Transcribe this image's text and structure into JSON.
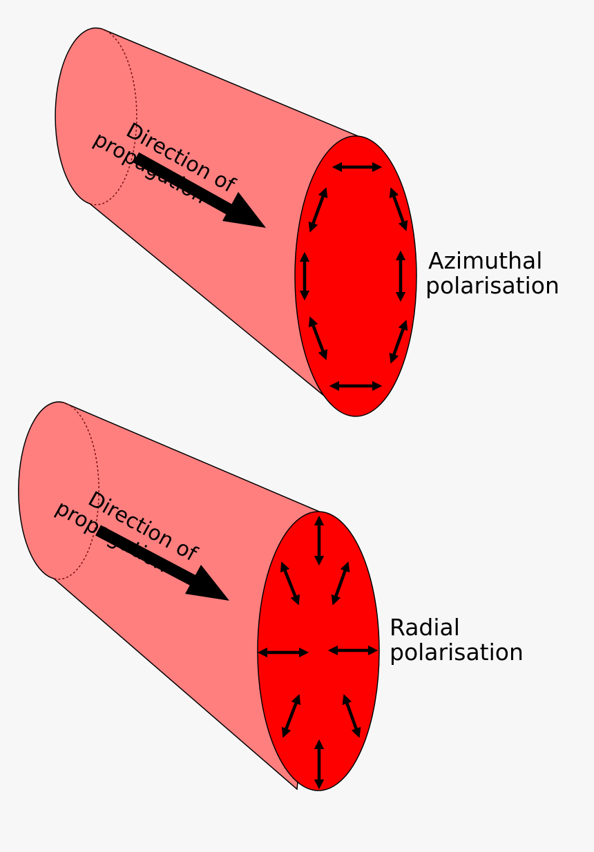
{
  "colors": {
    "background": "#f7f7f8",
    "beam_body": "#ff7f7f",
    "beam_face": "#ff0000",
    "outline": "#000000"
  },
  "beams": [
    {
      "id": "azimuthal",
      "direction_label": [
        "Direction of",
        "propagation"
      ],
      "polarisation_label": [
        "Azimuthal",
        "polarisation"
      ],
      "polarisation_type": "azimuthal",
      "arrow_count": 8
    },
    {
      "id": "radial",
      "direction_label": [
        "Direction of",
        "propagation"
      ],
      "polarisation_label": [
        "Radial",
        "polarisation"
      ],
      "polarisation_type": "radial",
      "arrow_count": 8
    }
  ]
}
